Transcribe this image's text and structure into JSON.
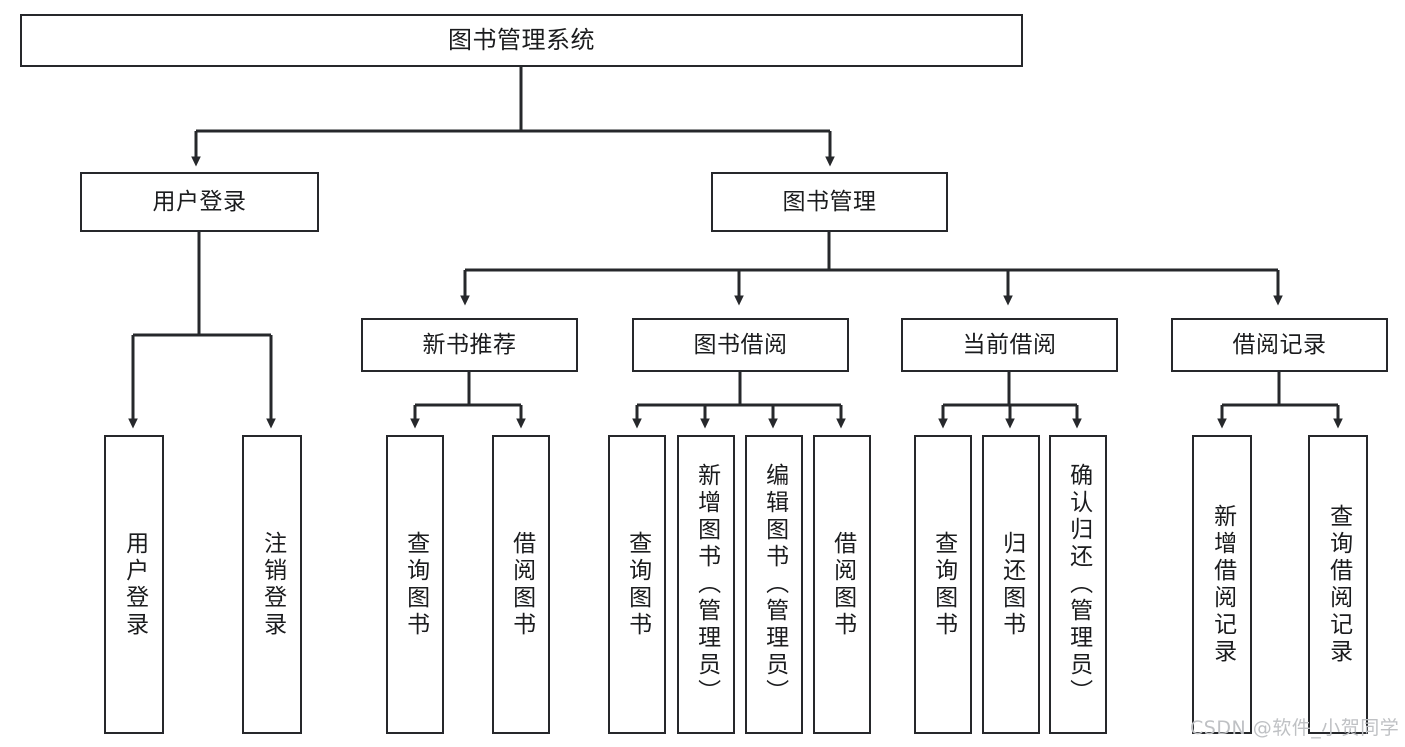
{
  "diagram": {
    "type": "tree-hierarchy-chart",
    "title": "图书管理系统",
    "stroke_color": "#26282b",
    "text_color": "#1b1c1e",
    "background": "#ffffff",
    "root": {
      "id": "root",
      "label": "图书管理系统"
    },
    "level2": [
      {
        "id": "user-login",
        "label": "用户登录"
      },
      {
        "id": "book-manage",
        "label": "图书管理"
      }
    ],
    "level3": [
      {
        "id": "new-book-rec",
        "label": "新书推荐"
      },
      {
        "id": "book-borrow",
        "label": "图书借阅"
      },
      {
        "id": "current-borrow",
        "label": "当前借阅"
      },
      {
        "id": "borrow-record",
        "label": "借阅记录"
      }
    ],
    "leaves": {
      "user_login": [
        {
          "id": "leaf-user-login",
          "label": "用户登录"
        },
        {
          "id": "leaf-logout",
          "label": "注销登录"
        }
      ],
      "new_book_rec": [
        {
          "id": "leaf-query-book-1",
          "label": "查询图书"
        },
        {
          "id": "leaf-borrow-book-1",
          "label": "借阅图书"
        }
      ],
      "book_borrow": [
        {
          "id": "leaf-query-book-2",
          "label": "查询图书"
        },
        {
          "id": "leaf-add-book",
          "label": "新增图书（管理员）"
        },
        {
          "id": "leaf-edit-book",
          "label": "编辑图书（管理员）"
        },
        {
          "id": "leaf-borrow-book-2",
          "label": "借阅图书"
        }
      ],
      "current_borrow": [
        {
          "id": "leaf-query-book-3",
          "label": "查询图书"
        },
        {
          "id": "leaf-return-book",
          "label": "归还图书"
        },
        {
          "id": "leaf-confirm-return",
          "label": "确认归还（管理员）"
        }
      ],
      "borrow_record": [
        {
          "id": "leaf-add-record",
          "label": "新增借阅记录"
        },
        {
          "id": "leaf-query-record",
          "label": "查询借阅记录"
        }
      ]
    }
  },
  "watermark": {
    "text": "CSDN @软件_小贺同学",
    "color": "#bfc1c4"
  }
}
